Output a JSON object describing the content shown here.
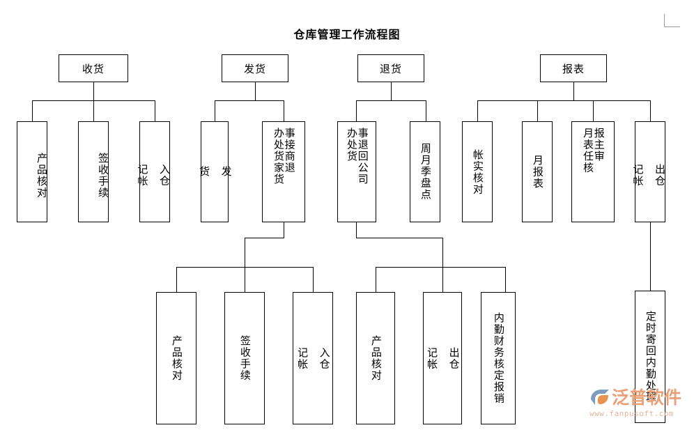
{
  "title": "仓库管理工作流程图",
  "watermark": {
    "brand": "泛普软件",
    "url": "www.fanpusoft.com"
  },
  "nodes": {
    "receive": "收货",
    "receive_c1": "产品核对",
    "receive_c2": "签收手续",
    "receive_c3": "入仓\n\n记帐",
    "ship": "发货",
    "ship_c1": "发\n\n货",
    "ship_c2_right": "事接商退",
    "ship_c2_left": "办处货家货",
    "ship_g1": "产品核对",
    "ship_g2": "签收手续",
    "ship_g3": "入仓\n\n记帐",
    "return": "退货",
    "return_c1_right": "事退回公司",
    "return_c1_left": "办处货",
    "return_c2": "周月季盘点",
    "return_g1": "产品核对",
    "return_g2": "出仓\n\n记帐",
    "return_g3": "内勤财务核定报销",
    "report": "报表",
    "report_c1": "帐实核对",
    "report_c2": "月报表",
    "report_c3_right": "报主审",
    "report_c3_left": "月表任核",
    "report_c4": "出仓\n\n记帐",
    "report_c4_child": "定时寄回内勤处理"
  },
  "colors": {
    "line": "#000000",
    "box_border": "#000000",
    "background": "#ffffff",
    "watermark_text": "#e8a076",
    "watermark_url": "#e5b4a0",
    "corner_guide": "#9a9a9a"
  }
}
